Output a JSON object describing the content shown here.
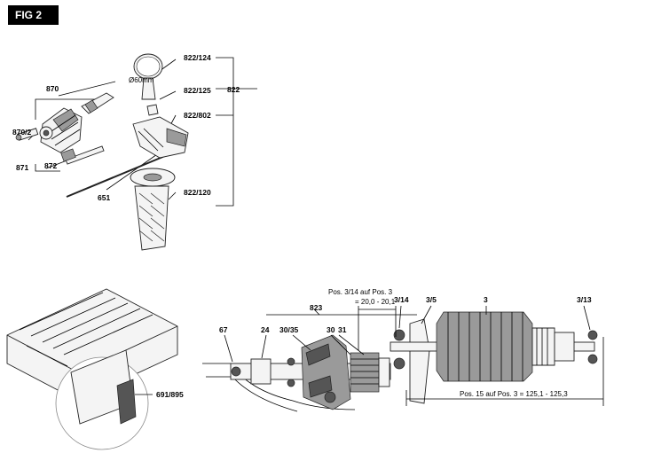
{
  "figure": {
    "badge": "FIG 2"
  },
  "upper": {
    "labels": {
      "p870": "870",
      "p870_2": "870/2",
      "p871": "871",
      "p872": "872",
      "p651": "651",
      "p822_124": "822/124",
      "p822_125": "822/125",
      "p822": "822",
      "p822_802": "822/802",
      "p822_120": "822/120",
      "diameter": "Ø60mm"
    }
  },
  "case": {
    "label": "691/895"
  },
  "lower": {
    "labels": {
      "p67": "67",
      "p24": "24",
      "p30_35": "30/35",
      "p30": "30",
      "p31": "31",
      "p823": "823",
      "p3_14": "3/14",
      "p3_5": "3/5",
      "p3": "3",
      "p3_13": "3/13"
    },
    "note_top_1": "Pos. 3/14 auf Pos. 3",
    "note_top_2": "= 20,0 - 20,1",
    "note_bottom": "Pos. 15 auf Pos. 3 = 125,1 - 125,3"
  }
}
